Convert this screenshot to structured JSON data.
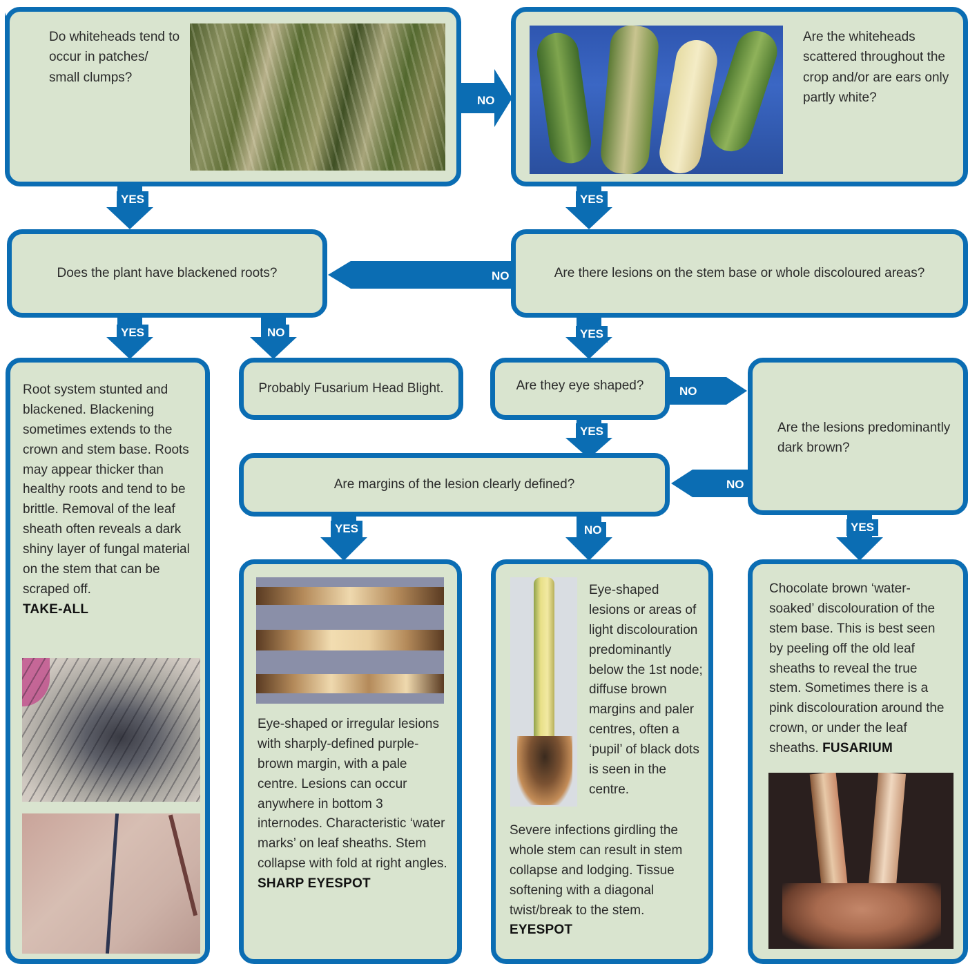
{
  "questions": {
    "q1": "Do whiteheads tend to occur in patches/ small clumps?",
    "q2": "Are the whiteheads scattered throughout the crop and/or are ears only partly white?",
    "q3": "Does the plant have blackened roots?",
    "q4": "Are there lesions on the stem base or whole discoloured areas?",
    "q5": "Are they eye shaped?",
    "q6": "Are margins of the lesion clearly defined?",
    "q7": "Are the lesions predominantly dark brown?"
  },
  "labels": {
    "yes": "YES",
    "no": "NO"
  },
  "outcomes": {
    "fhb": "Probably Fusarium Head Blight.",
    "takeall_text": "Root system stunted and blackened. Blackening sometimes extends to the crown and stem base. Roots may appear thicker than healthy roots and tend to be brittle. Removal of the leaf sheath often reveals a dark shiny layer of fungal material on the stem that can be scraped off.",
    "takeall_name": "TAKE-ALL",
    "sharp_text": "Eye-shaped or irregular lesions with sharply-defined purple-brown margin, with a pale centre. Lesions can occur anywhere in bottom 3 internodes. Characteristic ‘water marks’ on leaf sheaths. Stem collapse with fold at right angles.",
    "sharp_name": "SHARP EYESPOT",
    "eyespot_text_a": "Eye-shaped lesions or areas of light discolouration predominantly below the 1st node; diffuse brown margins and paler centres, often a ‘pupil’ of black dots is seen in the centre.",
    "eyespot_text_b": "Severe infections girdling the whole stem can result in stem collapse and lodging. Tissue softening with a diagonal twist/break to the stem.",
    "eyespot_name": "EYESPOT",
    "fusarium_text": "Chocolate brown ‘water-soaked’ discolouration of the stem base. This is best seen by peeling off the old leaf sheaths to reveal the true stem. Sometimes there is a pink discolouration around the crown, or under the leaf sheaths.",
    "fusarium_name": "FUSARIUM"
  },
  "colors": {
    "box_fill": "#d9e4cf",
    "border_blue": "#0b6db3"
  }
}
